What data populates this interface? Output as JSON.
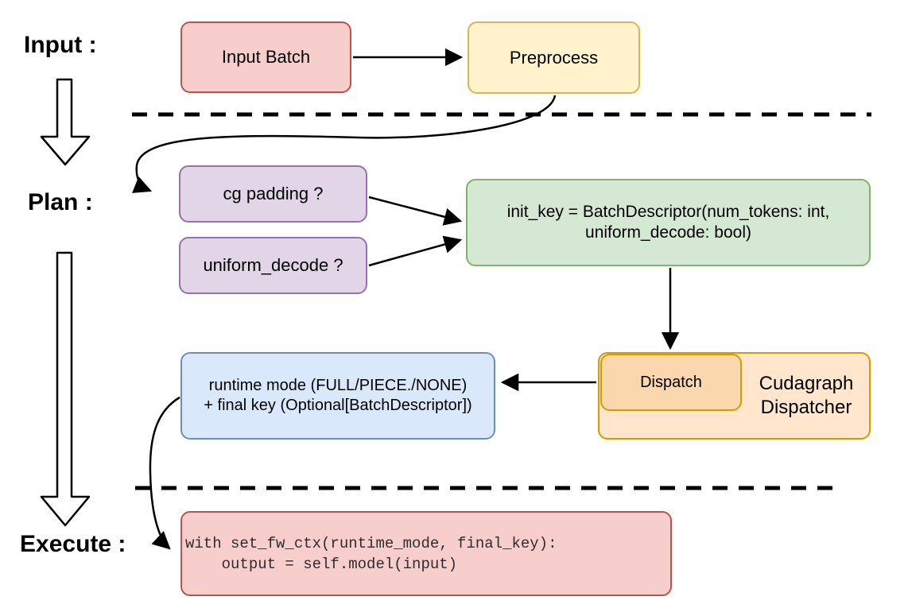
{
  "diagram": {
    "title_context": "Cudagraph dispatching flow diagram",
    "stage_labels": {
      "input": "Input :",
      "plan": "Plan :",
      "execute": "Execute :"
    },
    "nodes": {
      "input_batch": {
        "label": "Input Batch"
      },
      "preprocess": {
        "label": "Preprocess"
      },
      "cg_padding": {
        "label": "cg padding ?"
      },
      "uniform_decode": {
        "label": "uniform_decode ?"
      },
      "init_key": {
        "line1": "init_key = BatchDescriptor(num_tokens: int,",
        "line2": "uniform_decode: bool)"
      },
      "runtime_mode": {
        "line1": "runtime mode (FULL/PIECE./NONE)",
        "line2": "+ final key (Optional[BatchDescriptor])"
      },
      "dispatch": {
        "label": "Dispatch"
      },
      "cudagraph_dispatcher": {
        "line1": "Cudagraph",
        "line2": "Dispatcher"
      },
      "execute_code": {
        "line1": "with set_fw_ctx(runtime_mode, final_key):",
        "line2": "    output = self.model(input)"
      }
    },
    "colors": {
      "red_fill": "#f8cecc",
      "red_stroke": "#b85450",
      "yellow_fill": "#fff2cc",
      "yellow_stroke": "#d6b656",
      "purple_fill": "#e1d5e7",
      "purple_stroke": "#9673a6",
      "green_fill": "#d5e8d4",
      "green_stroke": "#82b366",
      "blue_fill": "#dae8fc",
      "blue_stroke": "#6c8ebf",
      "orange_fill": "#ffe6cc",
      "orange_stroke": "#d79b00",
      "dispatch_fill": "#fad7ac",
      "arrow_color": "#000000"
    }
  }
}
